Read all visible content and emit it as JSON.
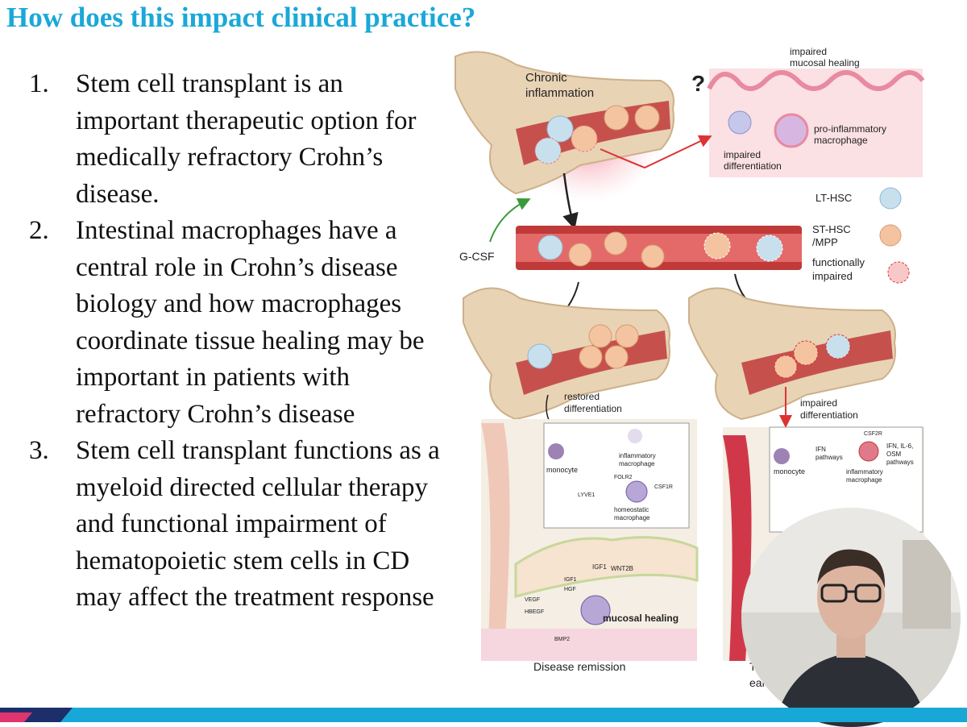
{
  "title": "How does this impact clinical practice?",
  "points": [
    {
      "num": "1.",
      "text": "Stem cell transplant is an important therapeutic option for medically refractory Crohn’s disease."
    },
    {
      "num": "2.",
      "text": "Intestinal macrophages have a central role in Crohn’s disease biology and how macrophages coordinate tissue healing may be important in patients with refractory Crohn’s disease"
    },
    {
      "num": "3.",
      "text": "Stem cell transplant functions as a myeloid directed cellular therapy and functional impairment of hematopoietic stem cells in CD may affect the treatment response"
    }
  ],
  "diagram": {
    "chronic_1": "Chronic",
    "chronic_2": "inflammation",
    "question": "?",
    "impaired_healing_1": "impaired",
    "impaired_healing_2": "mucosal healing",
    "pro_inflam_1": "pro-inflammatory",
    "pro_inflam_2": "macrophage",
    "impaired_diff_1": "impaired",
    "impaired_diff_2": "differentiation",
    "gcsf": "G-CSF",
    "legend_lthsc": "LT-HSC",
    "legend_sthsc_1": "ST-HSC",
    "legend_sthsc_2": "/MPP",
    "legend_func_1": "functionally",
    "legend_func_2": "impaired",
    "restored_1": "restored",
    "restored_2": "differentiation",
    "impaired2_1": "impaired",
    "impaired2_2": "differentiation",
    "monocyte": "monocyte",
    "inflam_mac_1": "inflammatory",
    "inflam_mac_2": "macrophage",
    "folr2": "FOLR2",
    "csf1r": "CSF1R",
    "lyve1": "LYVE1",
    "homeo_1": "homeostatic",
    "homeo_2": "macrophage",
    "ifn_1": "IFN",
    "ifn_2": "pathways",
    "csf2r": "CSF2R",
    "ifn_il6_1": "IFN, IL-6,",
    "ifn_il6_2": "OSM",
    "ifn_il6_3": "pathways",
    "igf1_a": "IGF1",
    "wnt2b": "WNT2B",
    "igf1_b": "IGF1",
    "hgf": "HGF",
    "vegf": "VEGF",
    "hbegf": "HBEGF",
    "bmp2": "BMP2",
    "mucosal": "mucosal healing",
    "remission": "Disease remission",
    "tr": "Tr",
    "early": "early"
  },
  "colors": {
    "title": "#1aa8d8",
    "bone": "#e8d3b5",
    "lthsc": "#c8e0ee",
    "sthsc": "#f4c4a0",
    "inflammation": "#f7b7c0",
    "vessel": "#c03a3a",
    "footer_teal": "#18a8d8",
    "footer_navy": "#1d2f6b",
    "footer_pink": "#e0346e"
  }
}
